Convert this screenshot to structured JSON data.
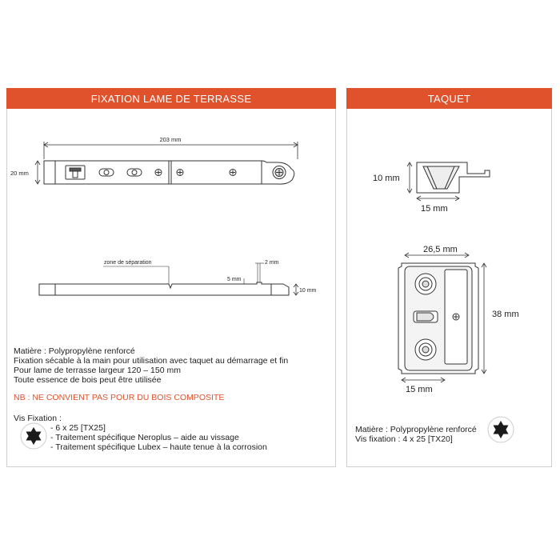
{
  "left_panel": {
    "title": "FIXATION LAME DE TERRASSE",
    "dims": {
      "length": "203 mm",
      "width": "20 mm",
      "separation": "zone de séparation",
      "gap": "2 mm",
      "offset": "5 mm",
      "height": "10 mm"
    },
    "specs": [
      "Matière : Polypropylène renforcé",
      "Fixation sécable à la main pour utilisation avec taquet au démarrage et fin",
      "Pour lame de terrasse largeur 120 – 150 mm",
      "Toute essence de bois peut être utilisée"
    ],
    "warning": "NB : NE CONVIENT PAS POUR DU BOIS COMPOSITE",
    "screws_title": "Vis Fixation :",
    "screws": [
      "- 6 x 25 [TX25]",
      "- Traitement spécifique Neroplus – aide au vissage",
      "- Traitement spécifique Lubex – haute tenue à la corrosion"
    ],
    "icon": "torx-star-icon"
  },
  "right_panel": {
    "title": "TAQUET",
    "dims": {
      "side_height": "10 mm",
      "side_width": "15 mm",
      "top_width": "26,5 mm",
      "top_height": "38 mm",
      "bottom_width": "15 mm"
    },
    "specs": [
      "Matière : Polypropylène renforcé",
      "Vis fixation : 4 x 25 [TX20]"
    ],
    "icon": "torx-star-icon"
  },
  "colors": {
    "accent": "#e0522c",
    "border": "#cfcfcf",
    "line": "#333333"
  }
}
